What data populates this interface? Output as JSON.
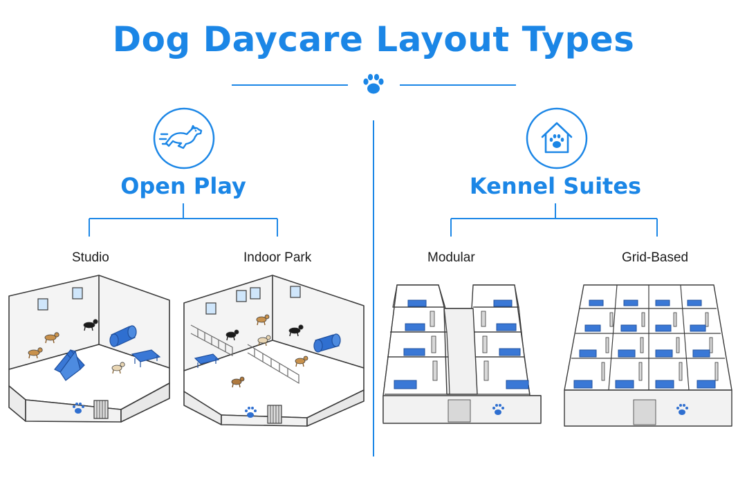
{
  "title": "Dog Daycare Layout Types",
  "colors": {
    "accent": "#1b86e6",
    "equipment": "#2f6fd0",
    "wall": "#f3f3f3",
    "outline": "#3a3a3a"
  },
  "categories": [
    {
      "name": "Open Play",
      "icon": "running-dog-icon",
      "layouts": [
        {
          "label": "Studio",
          "illustration": "studio-room-illustration"
        },
        {
          "label": "Indoor Park",
          "illustration": "indoor-park-illustration"
        }
      ]
    },
    {
      "name": "Kennel Suites",
      "icon": "dog-house-paw-icon",
      "layouts": [
        {
          "label": "Modular",
          "illustration": "modular-kennel-illustration"
        },
        {
          "label": "Grid-Based",
          "illustration": "grid-kennel-illustration"
        }
      ]
    }
  ]
}
